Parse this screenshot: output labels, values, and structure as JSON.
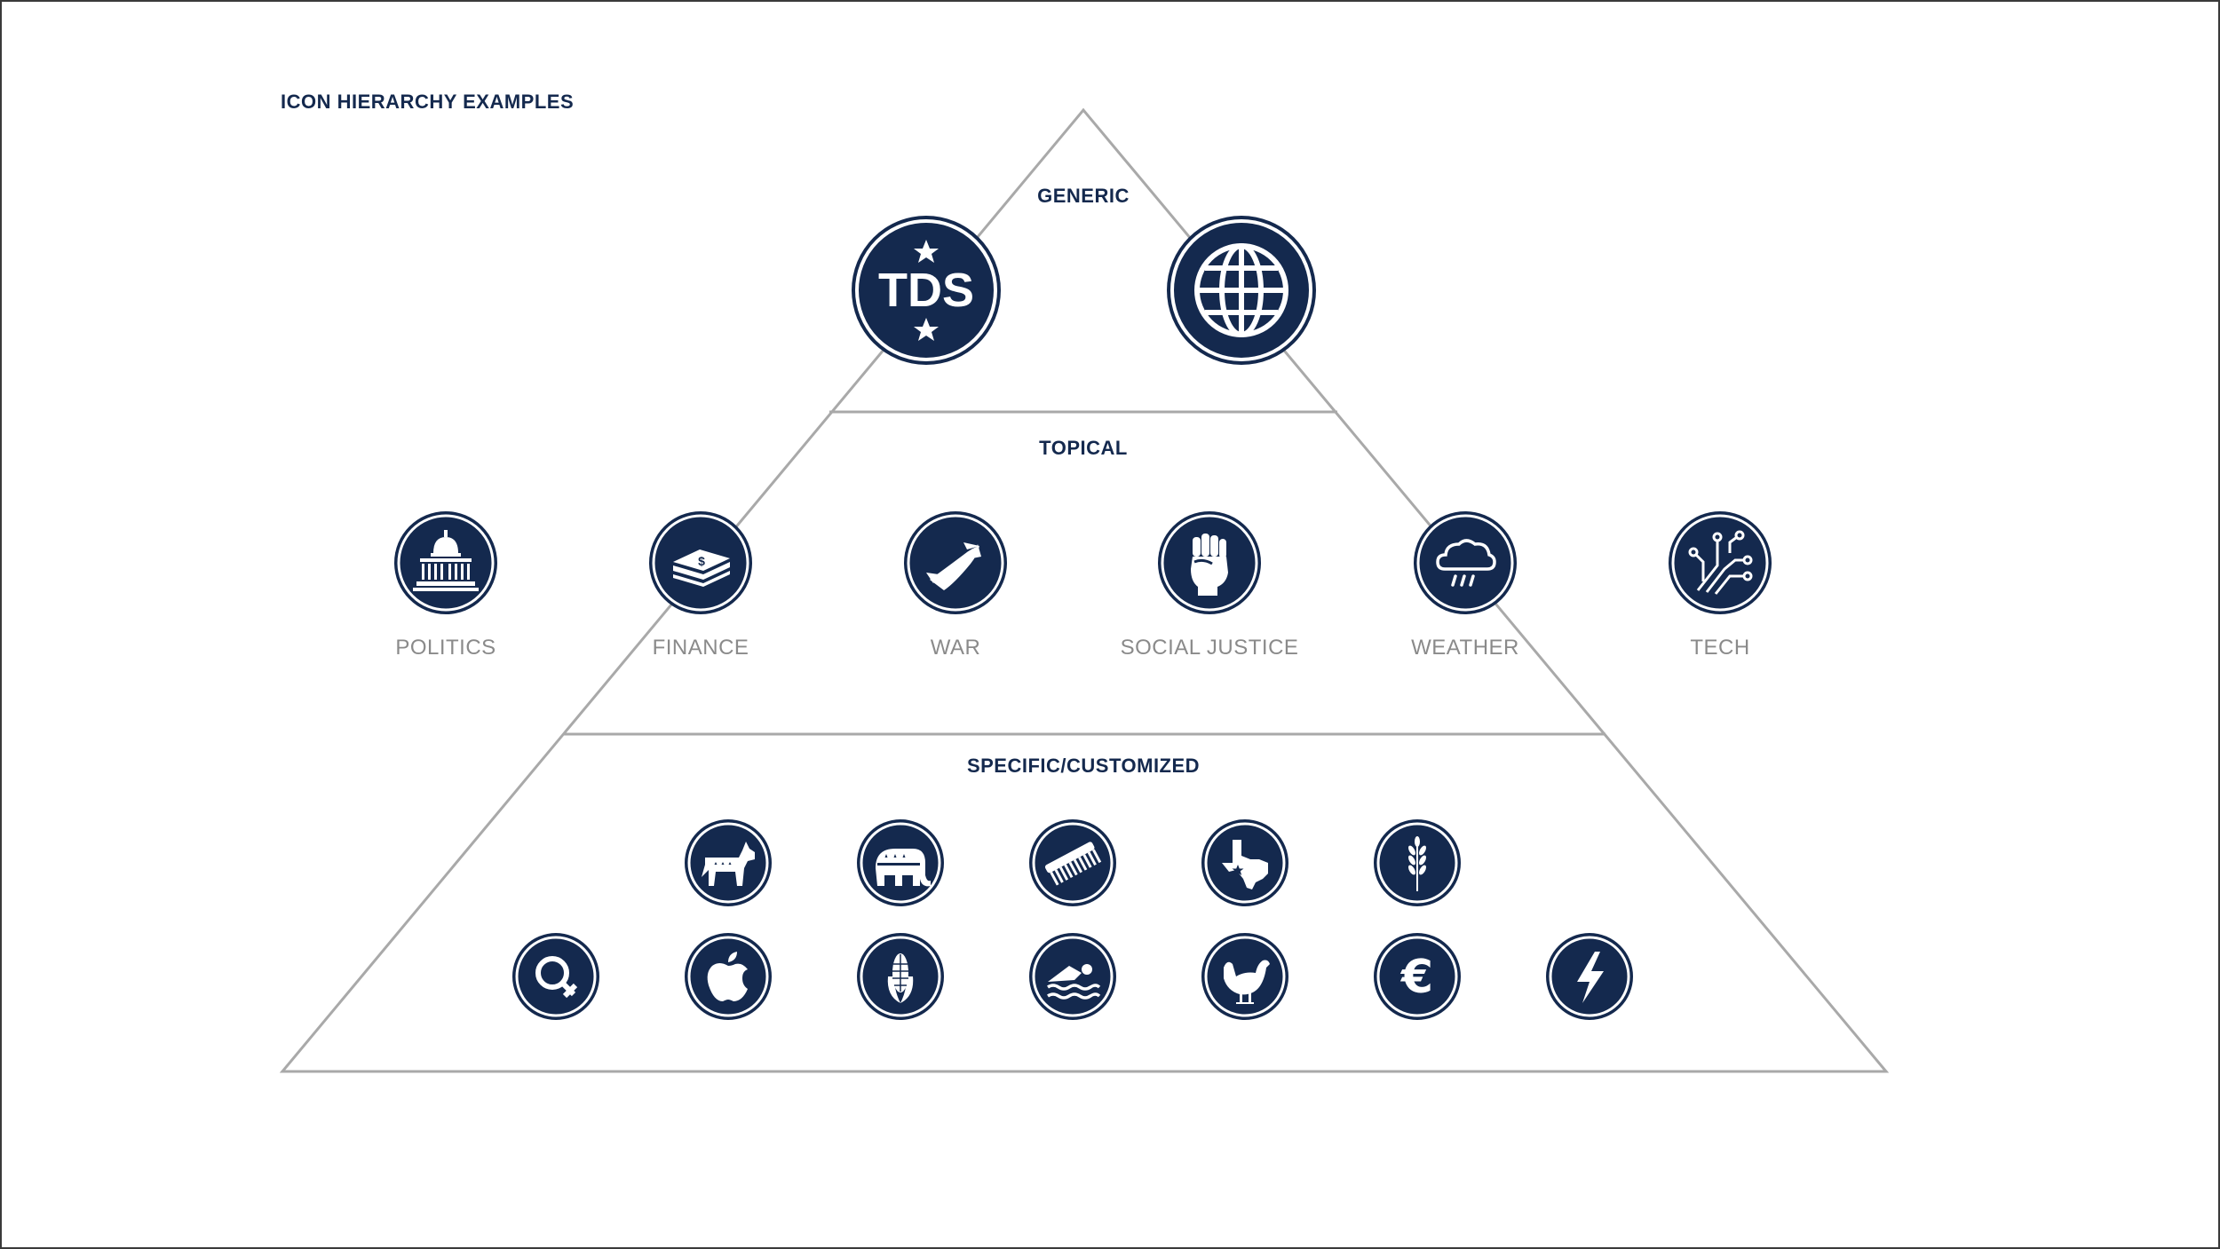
{
  "title": "ICON HIERARCHY EXAMPLES",
  "colors": {
    "navy": "#14294e",
    "line": "#a9a9a9",
    "label_gray": "#8a8a8a"
  },
  "levels": {
    "generic": {
      "label": "GENERIC",
      "icons": [
        "tds-logo-icon",
        "globe-icon"
      ],
      "tds_text": "TDS"
    },
    "topical": {
      "label": "TOPICAL",
      "topics": [
        {
          "label": "POLITICS",
          "icon": "capitol-icon"
        },
        {
          "label": "FINANCE",
          "icon": "money-stack-icon"
        },
        {
          "label": "WAR",
          "icon": "missile-icon"
        },
        {
          "label": "SOCIAL JUSTICE",
          "icon": "raised-fist-icon"
        },
        {
          "label": "WEATHER",
          "icon": "rain-cloud-icon"
        },
        {
          "label": "TECH",
          "icon": "circuit-icon"
        }
      ]
    },
    "specific": {
      "label": "SPECIFIC/CUSTOMIZED",
      "row1": [
        "donkey-icon",
        "elephant-icon",
        "comb-icon",
        "texas-icon",
        "wheat-icon"
      ],
      "row2": [
        "venus-icon",
        "apple-icon",
        "corn-icon",
        "swimmer-icon",
        "chicken-icon",
        "euro-icon",
        "lightning-icon"
      ],
      "euro_symbol": "€"
    }
  }
}
